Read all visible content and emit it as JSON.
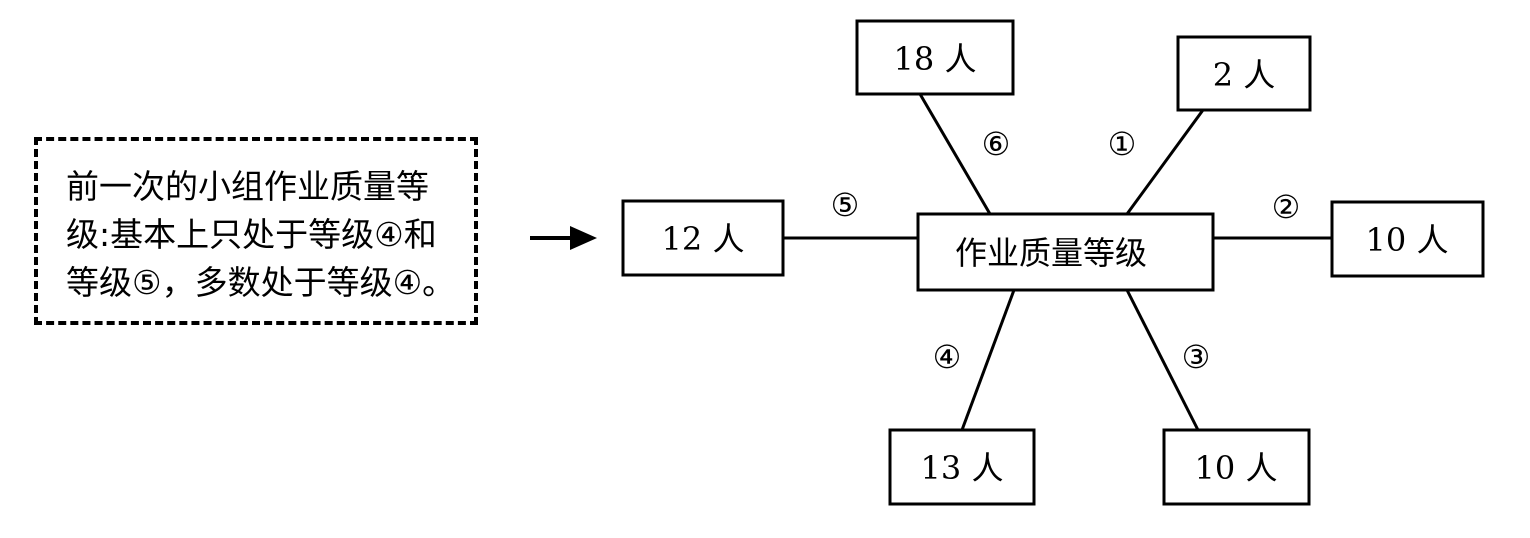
{
  "note": {
    "lines": [
      "前一次的小组作业质量等",
      "级:基本上只处于等级④和",
      "等级⑤，多数处于等级④。"
    ]
  },
  "center": {
    "label": "作业质量等级"
  },
  "nodes": [
    {
      "id": "node-1",
      "edge_label": "①",
      "value": "2 人"
    },
    {
      "id": "node-2",
      "edge_label": "②",
      "value": "10 人"
    },
    {
      "id": "node-3",
      "edge_label": "③",
      "value": "10 人"
    },
    {
      "id": "node-4",
      "edge_label": "④",
      "value": "13 人"
    },
    {
      "id": "node-5",
      "edge_label": "⑤",
      "value": "12 人"
    },
    {
      "id": "node-6",
      "edge_label": "⑥",
      "value": "18 人"
    }
  ]
}
